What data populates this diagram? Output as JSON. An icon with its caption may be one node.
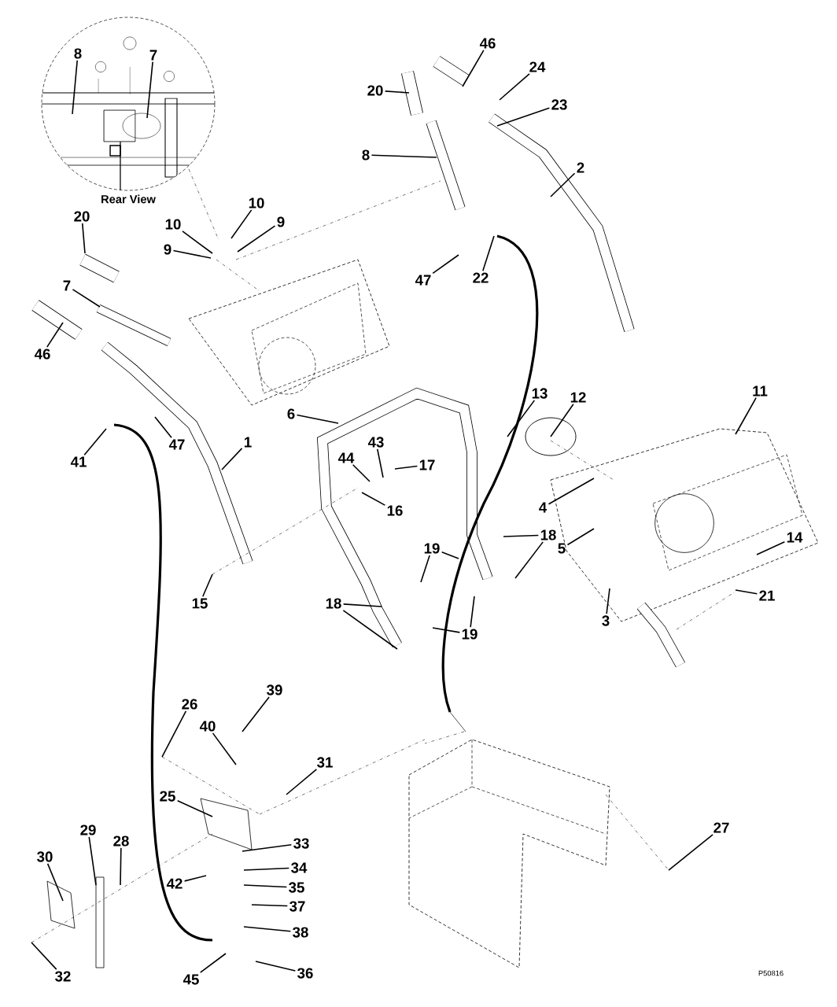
{
  "diagram": {
    "nodes": [
      {
        "text": [
          "8"
        ]
      },
      {
        "text": [
          "7"
        ]
      },
      {
        "text": [
          "46"
        ]
      },
      {
        "text": [
          "24"
        ]
      },
      {
        "text": [
          "20"
        ]
      },
      {
        "text": [
          "23"
        ]
      },
      {
        "text": [
          "8"
        ]
      },
      {
        "text": [
          "2"
        ]
      },
      {
        "text": [
          "10"
        ]
      },
      {
        "text": [
          "20"
        ]
      },
      {
        "text": [
          "10"
        ]
      },
      {
        "text": [
          "9"
        ]
      },
      {
        "text": [
          "9"
        ]
      },
      {
        "text": [
          "47"
        ]
      },
      {
        "text": [
          "22"
        ]
      },
      {
        "text": [
          "7"
        ]
      },
      {
        "text": [
          "46"
        ]
      },
      {
        "text": [
          "11"
        ]
      },
      {
        "text": [
          "13"
        ]
      },
      {
        "text": [
          "12"
        ]
      },
      {
        "text": [
          "6"
        ]
      },
      {
        "text": [
          "1"
        ]
      },
      {
        "text": [
          "43"
        ]
      },
      {
        "text": [
          "47"
        ]
      },
      {
        "text": [
          "44"
        ]
      },
      {
        "text": [
          "41"
        ]
      },
      {
        "text": [
          "17"
        ]
      },
      {
        "text": [
          "4"
        ]
      },
      {
        "text": [
          "16"
        ]
      },
      {
        "text": [
          "18"
        ]
      },
      {
        "text": [
          "14"
        ]
      },
      {
        "text": [
          "19"
        ]
      },
      {
        "text": [
          "5"
        ]
      },
      {
        "text": [
          "21"
        ]
      },
      {
        "text": [
          "15"
        ]
      },
      {
        "text": [
          "18"
        ]
      },
      {
        "text": [
          "3"
        ]
      },
      {
        "text": [
          "19"
        ]
      },
      {
        "text": [
          "39"
        ]
      },
      {
        "text": [
          "26"
        ]
      },
      {
        "text": [
          "40"
        ]
      },
      {
        "text": [
          "31"
        ]
      },
      {
        "text": [
          "25"
        ]
      },
      {
        "text": [
          "29"
        ]
      },
      {
        "text": [
          "27"
        ]
      },
      {
        "text": [
          "28"
        ]
      },
      {
        "text": [
          "33"
        ]
      },
      {
        "text": [
          "30"
        ]
      },
      {
        "text": [
          "34"
        ]
      },
      {
        "text": [
          "42"
        ]
      },
      {
        "text": [
          "35"
        ]
      },
      {
        "text": [
          "37"
        ]
      },
      {
        "text": [
          "38"
        ]
      },
      {
        "text": [
          "36"
        ]
      },
      {
        "text": [
          "32"
        ]
      },
      {
        "text": [
          "45"
        ]
      }
    ],
    "edges": [
      {
        "from": 0,
        "to": null,
        "arrow": "none"
      },
      {
        "from": 1,
        "to": null,
        "arrow": "none"
      },
      {
        "from": 2,
        "to": null,
        "arrow": "none"
      },
      {
        "from": 3,
        "to": null,
        "arrow": "none"
      },
      {
        "from": 4,
        "to": null,
        "arrow": "none"
      },
      {
        "from": 5,
        "to": null,
        "arrow": "none"
      },
      {
        "from": 6,
        "to": null,
        "arrow": "none"
      },
      {
        "from": 7,
        "to": null,
        "arrow": "none"
      },
      {
        "from": 8,
        "to": null,
        "arrow": "none"
      },
      {
        "from": 9,
        "to": null,
        "arrow": "none"
      },
      {
        "from": 10,
        "to": null,
        "arrow": "none"
      },
      {
        "from": 11,
        "to": null,
        "arrow": "none"
      },
      {
        "from": 12,
        "to": null,
        "arrow": "none"
      },
      {
        "from": 13,
        "to": null,
        "arrow": "none"
      },
      {
        "from": 14,
        "to": null,
        "arrow": "none"
      },
      {
        "from": 15,
        "to": null,
        "arrow": "none"
      },
      {
        "from": 16,
        "to": null,
        "arrow": "none"
      },
      {
        "from": 17,
        "to": null,
        "arrow": "none"
      },
      {
        "from": 18,
        "to": null,
        "arrow": "none"
      },
      {
        "from": 19,
        "to": null,
        "arrow": "none"
      },
      {
        "from": 20,
        "to": null,
        "arrow": "none"
      },
      {
        "from": 21,
        "to": null,
        "arrow": "none"
      },
      {
        "from": 22,
        "to": null,
        "arrow": "none"
      },
      {
        "from": 23,
        "to": null,
        "arrow": "none"
      },
      {
        "from": 24,
        "to": null,
        "arrow": "none"
      },
      {
        "from": 25,
        "to": null,
        "arrow": "none"
      },
      {
        "from": 26,
        "to": null,
        "arrow": "none"
      },
      {
        "from": 27,
        "to": null,
        "arrow": "none"
      },
      {
        "from": 28,
        "to": null,
        "arrow": "none"
      },
      {
        "from": 29,
        "to": null,
        "arrow": "none"
      },
      {
        "from": 29,
        "to": null,
        "arrow": "none"
      },
      {
        "from": 30,
        "to": null,
        "arrow": "none"
      },
      {
        "from": 31,
        "to": null,
        "arrow": "none"
      },
      {
        "from": 31,
        "to": null,
        "arrow": "none"
      },
      {
        "from": 32,
        "to": null,
        "arrow": "none"
      },
      {
        "from": 33,
        "to": null,
        "arrow": "none"
      },
      {
        "from": 34,
        "to": null,
        "arrow": "none"
      },
      {
        "from": 35,
        "to": null,
        "arrow": "none"
      },
      {
        "from": 35,
        "to": null,
        "arrow": "none"
      },
      {
        "from": 36,
        "to": null,
        "arrow": "none"
      },
      {
        "from": 37,
        "to": null,
        "arrow": "none"
      },
      {
        "from": 37,
        "to": null,
        "arrow": "none"
      },
      {
        "from": 38,
        "to": null,
        "arrow": "none"
      },
      {
        "from": 39,
        "to": null,
        "arrow": "none"
      },
      {
        "from": 40,
        "to": null,
        "arrow": "none"
      },
      {
        "from": 41,
        "to": null,
        "arrow": "none"
      },
      {
        "from": 42,
        "to": null,
        "arrow": "none"
      },
      {
        "from": 43,
        "to": null,
        "arrow": "none"
      },
      {
        "from": 44,
        "to": null,
        "arrow": "none"
      },
      {
        "from": 45,
        "to": null,
        "arrow": "none"
      },
      {
        "from": 46,
        "to": null,
        "arrow": "none"
      },
      {
        "from": 47,
        "to": null,
        "arrow": "none"
      },
      {
        "from": 48,
        "to": null,
        "arrow": "none"
      },
      {
        "from": 49,
        "to": null,
        "arrow": "none"
      },
      {
        "from": 50,
        "to": null,
        "arrow": "none"
      },
      {
        "from": 51,
        "to": null,
        "arrow": "none"
      },
      {
        "from": 52,
        "to": null,
        "arrow": "none"
      },
      {
        "from": 53,
        "to": null,
        "arrow": "none"
      },
      {
        "from": 54,
        "to": null,
        "arrow": "none"
      },
      {
        "from": 55,
        "to": null,
        "arrow": "none"
      }
    ],
    "labels": [
      "Rear View",
      "P50816"
    ]
  }
}
